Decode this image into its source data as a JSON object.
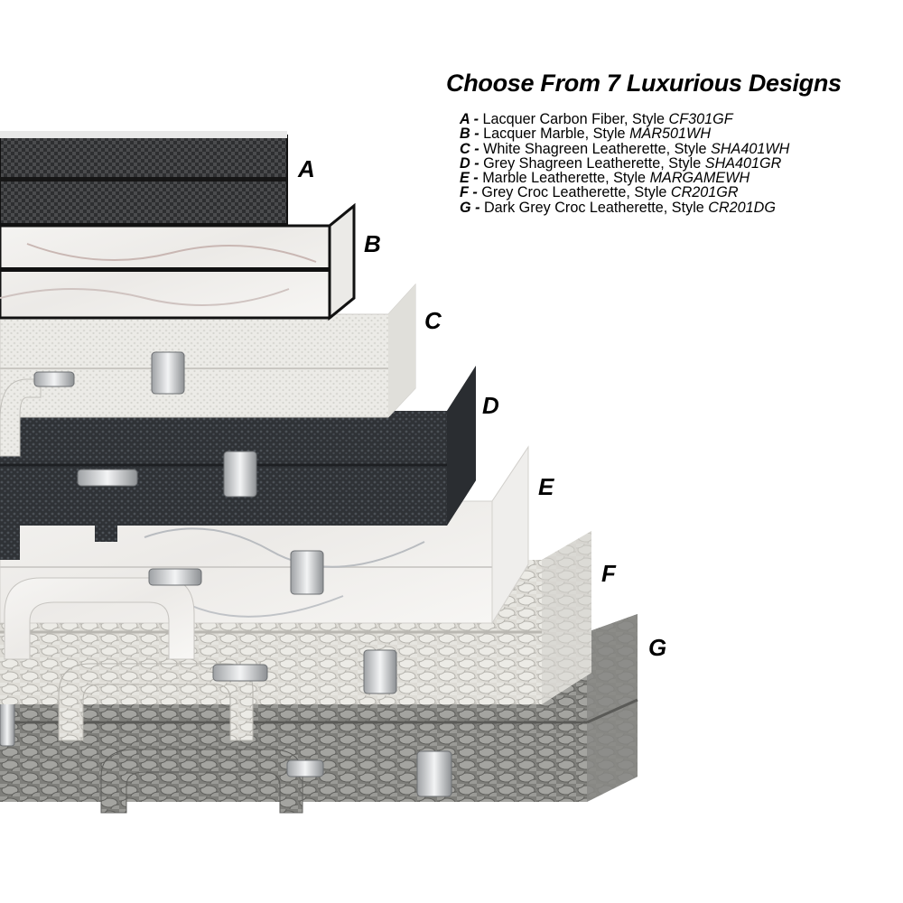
{
  "heading": "Choose From 7 Luxurious Designs",
  "designs": [
    {
      "letter": "A",
      "sep": " - ",
      "name": "Lacquer Carbon Fiber, Style ",
      "style": "CF301GF",
      "color": "#3a3a3c"
    },
    {
      "letter": "B",
      "sep": " - ",
      "name": "Lacquer Marble, Style ",
      "style": "MAR501WH",
      "color": "#f2f0ee"
    },
    {
      "letter": "C",
      "sep": " - ",
      "name": "White Shagreen Leatherette, Style ",
      "style": "SHA401WH",
      "color": "#e9e8e4"
    },
    {
      "letter": "D",
      "sep": " - ",
      "name": "Grey Shagreen Leatherette, Style ",
      "style": "SHA401GR",
      "color": "#2f3236"
    },
    {
      "letter": "E",
      "sep": " - ",
      "name": "Marble Leatherette, Style ",
      "style": "MARGAMEWH",
      "color": "#f4f4f4"
    },
    {
      "letter": "F",
      "sep": " - ",
      "name": "Grey Croc Leatherette, Style ",
      "style": "CR201GR",
      "color": "#d9d9d4"
    },
    {
      "letter": "G",
      "sep": " - ",
      "name": "Dark Grey Croc Leatherette, Style ",
      "style": "CR201DG",
      "color": "#8f8f8b"
    }
  ]
}
